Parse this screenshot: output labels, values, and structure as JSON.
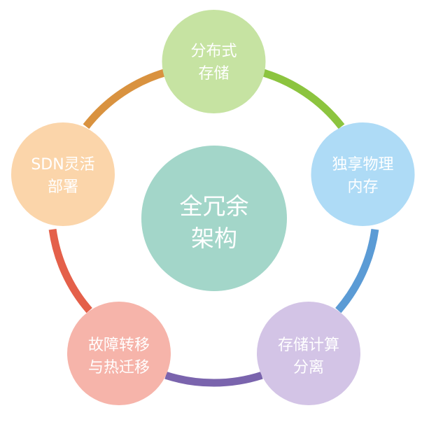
{
  "diagram": {
    "center": {
      "lines": [
        "全冗余",
        "架构"
      ],
      "color": "#a3d6c9"
    },
    "nodes": [
      {
        "id": "distributed-storage",
        "lines": [
          "分布式",
          "存储"
        ],
        "color": "#c6e3a2"
      },
      {
        "id": "exclusive-memory",
        "lines": [
          "独享物理",
          "内存"
        ],
        "color": "#aedbf6"
      },
      {
        "id": "storage-compute-separation",
        "lines": [
          "存储计算",
          "分离"
        ],
        "color": "#d3c4e6"
      },
      {
        "id": "failover-live-migration",
        "lines": [
          "故障转移",
          "与热迁移"
        ],
        "color": "#f6b4aa"
      },
      {
        "id": "sdn-flexible-deployment",
        "lines": [
          "SDN灵活",
          "部署"
        ],
        "color": "#fbd5aa"
      }
    ],
    "arcs": [
      {
        "from": "distributed-storage",
        "to": "exclusive-memory",
        "color": "#8cc43f"
      },
      {
        "from": "exclusive-memory",
        "to": "storage-compute-separation",
        "color": "#5b9bd5"
      },
      {
        "from": "storage-compute-separation",
        "to": "failover-live-migration",
        "color": "#7a64ad"
      },
      {
        "from": "failover-live-migration",
        "to": "sdn-flexible-deployment",
        "color": "#e4604a"
      },
      {
        "from": "sdn-flexible-deployment",
        "to": "distributed-storage",
        "color": "#d9923f"
      }
    ]
  }
}
